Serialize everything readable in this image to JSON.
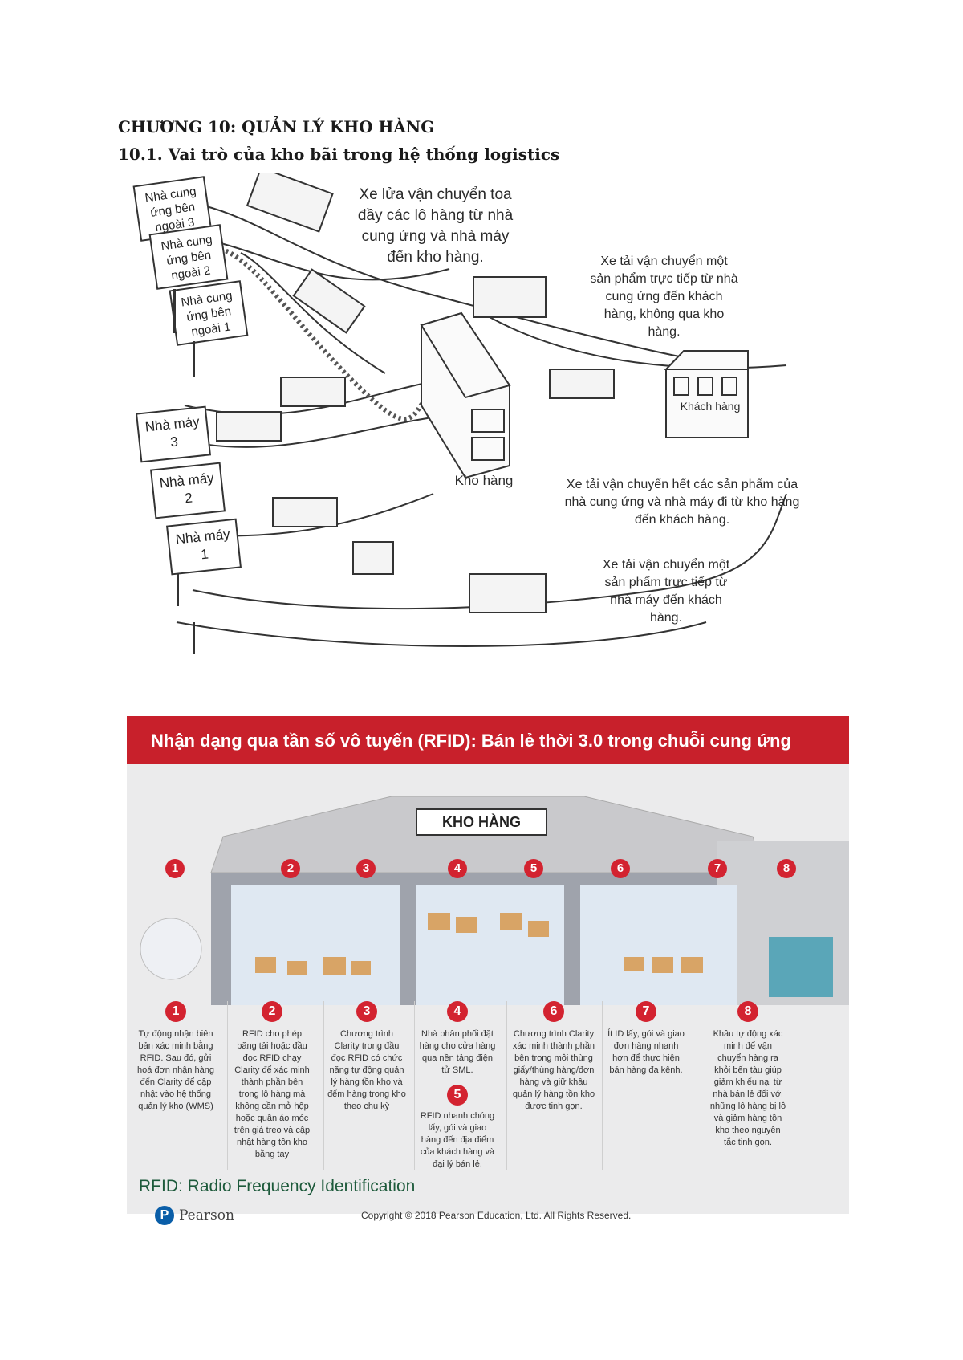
{
  "document": {
    "chapter_title": "CHƯƠNG 10: QUẢN LÝ KHO HÀNG",
    "section_title": "10.1. Vai trò của kho bãi trong hệ thống logistics"
  },
  "figure1": {
    "signs": [
      {
        "label": "Nhà cung ứng bên ngoài 3"
      },
      {
        "label": "Nhà cung ứng bên ngoài 2"
      },
      {
        "label": "Nhà cung ứng bên ngoài 1"
      },
      {
        "label": "Nhà máy 3"
      },
      {
        "label": "Nhà máy 2"
      },
      {
        "label": "Nhà máy 1"
      }
    ],
    "warehouse_label": "Kho hàng",
    "customer_label": "Khách hàng",
    "captions": {
      "train": "Xe lửa vận chuyển toa đầy các lô hàng từ nhà cung ứng và nhà máy đến kho hàng.",
      "truck_supplier_direct": "Xe tải vận chuyển một sản phẩm trực tiếp từ nhà cung ứng đến khách hàng, không qua kho hàng.",
      "truck_from_warehouse": "Xe tải vận chuyển hết các sản phẩm của nhà cung ứng và nhà máy đi từ kho hàng đến khách hàng.",
      "truck_factory_direct": "Xe tải vận chuyển một sản phẩm trực tiếp từ nhà máy đến khách hàng."
    }
  },
  "figure2": {
    "banner_title": "Nhận dạng qua tần số vô tuyến (RFID): Bán lẻ thời 3.0 trong chuỗi cung ứng",
    "warehouse_sign": "KHO HÀNG",
    "numbers": [
      "1",
      "2",
      "3",
      "4",
      "5",
      "6",
      "7",
      "8"
    ],
    "steps": [
      {
        "num": "1",
        "text": "Tự động nhận biên bản xác minh bằng RFID. Sau đó, gửi hoá đơn nhận hàng đến Clarity để cập nhật vào hệ thống quản lý kho (WMS)"
      },
      {
        "num": "2",
        "text": "RFID cho phép băng tải hoặc đầu đọc RFID chạy Clarity để xác minh thành phần bên trong lô hàng mà không cần mở hộp hoặc quần áo móc trên giá treo và cập nhật hàng tồn kho bằng tay"
      },
      {
        "num": "3",
        "text": "Chương trình Clarity trong đầu đọc RFID có chức năng tự động quản lý hàng tồn kho và đếm hàng trong kho theo chu kỳ"
      },
      {
        "num": "4",
        "text": "Nhà phân phối đặt hàng cho cửa hàng qua nền tảng điện tử SML.",
        "num2": "5",
        "text2": "RFID nhanh chóng lấy, gói và giao hàng đến địa điểm của khách hàng và đại lý bán lẻ."
      },
      {
        "num": "6",
        "text": "Chương trình Clarity xác minh thành phần bên trong mỗi thùng giấy/thùng hàng/đơn hàng và giữ khâu quản lý hàng tồn kho được tinh gọn."
      },
      {
        "num": "7",
        "text": "Ít ID lấy, gói và giao đơn hàng nhanh hơn để thực hiện bán hàng đa kênh."
      },
      {
        "num": "8",
        "text": "Khâu tự động xác minh để vận chuyển hàng ra khỏi bến tàu giúp giảm khiếu nại từ nhà bán lẻ đối với những lô hàng bị lỗ và giảm hàng tồn kho theo nguyên tắc tinh gọn."
      }
    ],
    "footer_rfid": "RFID: Radio Frequency Identification",
    "publisher": "Pearson",
    "copyright": "Copyright © 2018 Pearson Education, Ltd. All Rights Reserved."
  },
  "colors": {
    "banner_red": "#c8202b",
    "step_red": "#d32330",
    "footer_green": "#1d5a3b",
    "pearson_blue": "#0a5ea8"
  }
}
